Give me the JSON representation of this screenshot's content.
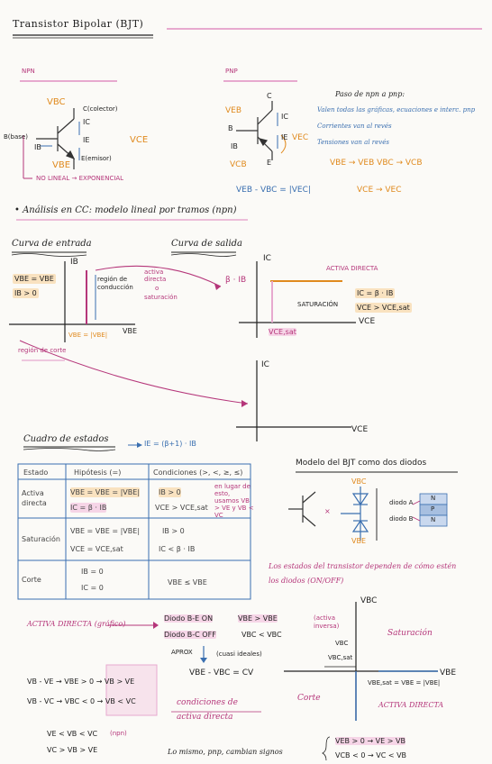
{
  "title": "Transistor Bipolar (BJT)",
  "npn": {
    "label": "NPN",
    "vbc": "VBC",
    "colector": "C(colector)",
    "ic": "IC",
    "base": "B(base)",
    "ib": "IB",
    "ie": "IE",
    "emisor": "E(emisor)",
    "vbe": "VBE",
    "vce": "VCE",
    "nonlinear": "NO LINEAL → EXPONENCIAL"
  },
  "pnp": {
    "label": "PNP",
    "veb_top": "VEB",
    "c": "C",
    "ic": "IC",
    "b": "B",
    "ib": "IB",
    "ie": "IE",
    "e": "E",
    "vec": "VEC",
    "vcb": "VCB",
    "relation": "VEB - VBC = |VEC|"
  },
  "npn_to_pnp": {
    "title": "Paso de npn a pnp:",
    "line1": "Valen todas las gráficas, ecuaciones e interc. pnp",
    "line2": "Corrientes van al revés",
    "line3": "Tensiones van al revés",
    "map1": "VBE → VEB   VBC → VCB",
    "map2": "VCE → VEC"
  },
  "analysis_title": "• Análisis en CC: modelo lineal por tramos (npn)",
  "input_curve": {
    "title": "Curva de entrada",
    "ib_axis": "IB",
    "cond1": "VBE = VBE",
    "cond2": "IB > 0",
    "region_cond": "región de conducción",
    "active": "activa directa",
    "o": "o",
    "saturation": "saturación",
    "vbe_axis": "VBE",
    "vbe_mark": "VBE = |VBE|",
    "cutoff": "región de corte"
  },
  "output_curve": {
    "title": "Curva de salida",
    "ic_axis": "IC",
    "beta_ib": "β · IB",
    "active": "ACTIVA DIRECTA",
    "saturation": "SATURACIÓN",
    "cond1": "IC = β · IB",
    "cond2": "VCE > VCE,sat",
    "vce_axis": "VCE",
    "vce_sat": "VCE,sat"
  },
  "third_plot": {
    "ic_axis": "IC",
    "vce_axis": "VCE"
  },
  "states_table": {
    "title": "Cuadro de estados",
    "relation": "IE = (β+1) · IB",
    "headers": [
      "Estado",
      "Hipótesis (=)",
      "Condiciones (>, <, ≥, ≤)"
    ],
    "rows": [
      {
        "state": "Activa directa",
        "hyp1": "VBE = VBE = |VBE|",
        "hyp2": "IC = β · IB",
        "cond1": "IB > 0",
        "cond2": "VCE > VCE,sat",
        "note": "en lugar de esto, usamos VB > VE y VB < VC"
      },
      {
        "state": "Saturación",
        "hyp1": "VBE = VBE = |VBE|",
        "hyp2": "VCE = VCE,sat",
        "cond1": "IB > 0",
        "cond2": "IC < β · IB"
      },
      {
        "state": "Corte",
        "hyp1": "IB = 0",
        "hyp2": "IC = 0",
        "cond1": "VBE ≤ VBE"
      }
    ]
  },
  "diode_model": {
    "title": "Modelo del BJT como dos diodos",
    "vbc": "VBC",
    "vbe": "VBE",
    "diode_a": "diodo A",
    "diode_b": "diodo B",
    "layer_n1": "N",
    "layer_p": "P",
    "layer_n2": "N",
    "note1": "Los estados del transistor dependen de cómo estén",
    "note2": "los diodos (ON/OFF)"
  },
  "bottom": {
    "active_graphic": "ACTIVA DIRECTA (gráfico)",
    "diode_be_on": "Diodo B-E ON",
    "cond_be": "VBE > VBE",
    "diode_bc_off": "Diodo B-C OFF",
    "cond_bc": "VBC < VBC",
    "approx": "APROX",
    "ideal": "(cuasi ideales)",
    "vbe_vbc": "VBE - VBC = CV",
    "eq1": "VB - VE → VBE > 0 → VB > VE",
    "eq2": "VB - VC → VBC < 0 → VB < VC",
    "cond_active": "condiciones de activa directa",
    "npn": "(npn)",
    "ineq1": "VE < VB < VC",
    "ineq2": "VC > VB > VE",
    "pnp_line": "Lo mismo, pnp, cambian signos",
    "pnp1": "VEB > 0 → VE > VB",
    "pnp2": "VCB < 0 → VC < VB"
  },
  "state_plot": {
    "vbc_axis": "VBC",
    "vbe_axis": "VBE",
    "reverse": "(activa inversa)",
    "saturation": "Saturación",
    "vbc_label": "VBC",
    "vbc_sat": "VBC,sat",
    "cutoff": "Corte",
    "vbe_eq": "VBE,sat = VBE = |VBE|",
    "active": "ACTIVA DIRECTA"
  }
}
